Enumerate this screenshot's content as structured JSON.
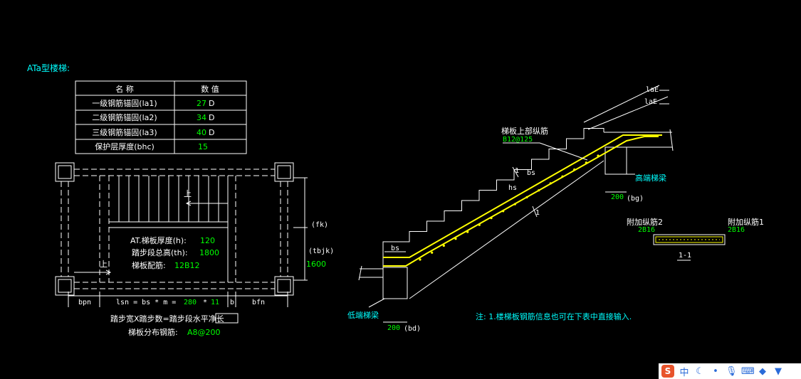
{
  "title": "ATa型楼梯:",
  "param_table": {
    "headers": [
      "名 称",
      "数 值"
    ],
    "rows": [
      {
        "name": "一级钢筋锚固(la1)",
        "value": "27",
        "unit": "D"
      },
      {
        "name": "二级钢筋锚固(la2)",
        "value": "34",
        "unit": "D"
      },
      {
        "name": "三级钢筋锚固(la3)",
        "value": "40",
        "unit": "D"
      },
      {
        "name": "保护层厚度(bhc)",
        "value": "15",
        "unit": ""
      }
    ]
  },
  "plan": {
    "up_label_1": "上",
    "up_label_2": "上",
    "thickness_label": "AT.梯板厚度(h):",
    "thickness_value": "120",
    "height_label": "踏步段总高(th):",
    "height_value": "1800",
    "rebar_label": "梯板配筋:",
    "rebar_value": "12B12",
    "fk": "(fk)",
    "tbjk": "(tbjk)",
    "width_value": "1600",
    "bpn": "bpn",
    "lsn_formula": "lsn = bs * m =",
    "bs_value": "280",
    "times": "*",
    "m_value": "11",
    "b": "b",
    "bfn": "bfn",
    "caption_1": "踏步宽X踏步数=踏步段水平净长",
    "caption_2_label": "梯板分布钢筋:",
    "caption_2_value": "A8@200"
  },
  "section": {
    "top_rebar_label": "梯板上部纵筋",
    "top_rebar_value": "B12@125",
    "laE_1": "laE",
    "laE_2": "laE",
    "bs_top": "bs",
    "hs": "hs",
    "bs_bottom": "bs",
    "mark_1": "1",
    "mark_2": "1",
    "high_beam": "高端梯梁",
    "low_beam": "低端梯梁",
    "bg_value": "200",
    "bg_label": "(bg)",
    "bd_value": "200",
    "bd_label": "(bd)"
  },
  "detail_11": {
    "left_label": "附加纵筋2",
    "left_value": "2B16",
    "right_label": "附加纵筋1",
    "right_value": "2B16",
    "section_label": "1-1"
  },
  "note": "注: 1.楼梯板钢筋信息也可在下表中直接输入.",
  "taskbar": {
    "ime_logo": "S",
    "ime_mode": "中",
    "icons": [
      "moon-icon",
      "punct-icon",
      "mic-icon",
      "keyboard-icon",
      "skin-icon",
      "shirt-icon"
    ]
  }
}
